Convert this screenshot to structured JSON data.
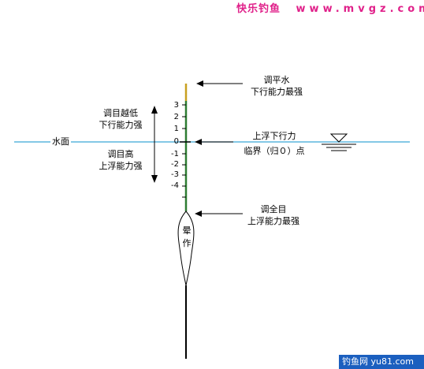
{
  "header": {
    "brand": "快乐钓鱼",
    "url": "www.mvgz.com"
  },
  "labels": {
    "water_surface": "水面",
    "top_right_1": "调平水",
    "top_right_2": "下行能力最强",
    "left_upper_1": "调目越低",
    "left_upper_2": "下行能力强",
    "left_lower_1": "调目高",
    "left_lower_2": "上浮能力强",
    "mid_right_1": "上浮下行力",
    "mid_right_2": "临界（归０）点",
    "low_right_1": "调全目",
    "low_right_2": "上浮能力最强",
    "float_body": [
      "晕",
      "作"
    ]
  },
  "ticks": [
    "3",
    "2",
    "1",
    "0",
    "-1",
    "-2",
    "-3",
    "-4"
  ],
  "footer": {
    "badge": "钓鱼网 yu81.com"
  },
  "colors": {
    "water_line": "#3aa6d6",
    "brand": "#e0218a",
    "float_top": "#c8a020",
    "float_stem": "#2e7d32",
    "badge_bg": "#1b5fbf"
  }
}
